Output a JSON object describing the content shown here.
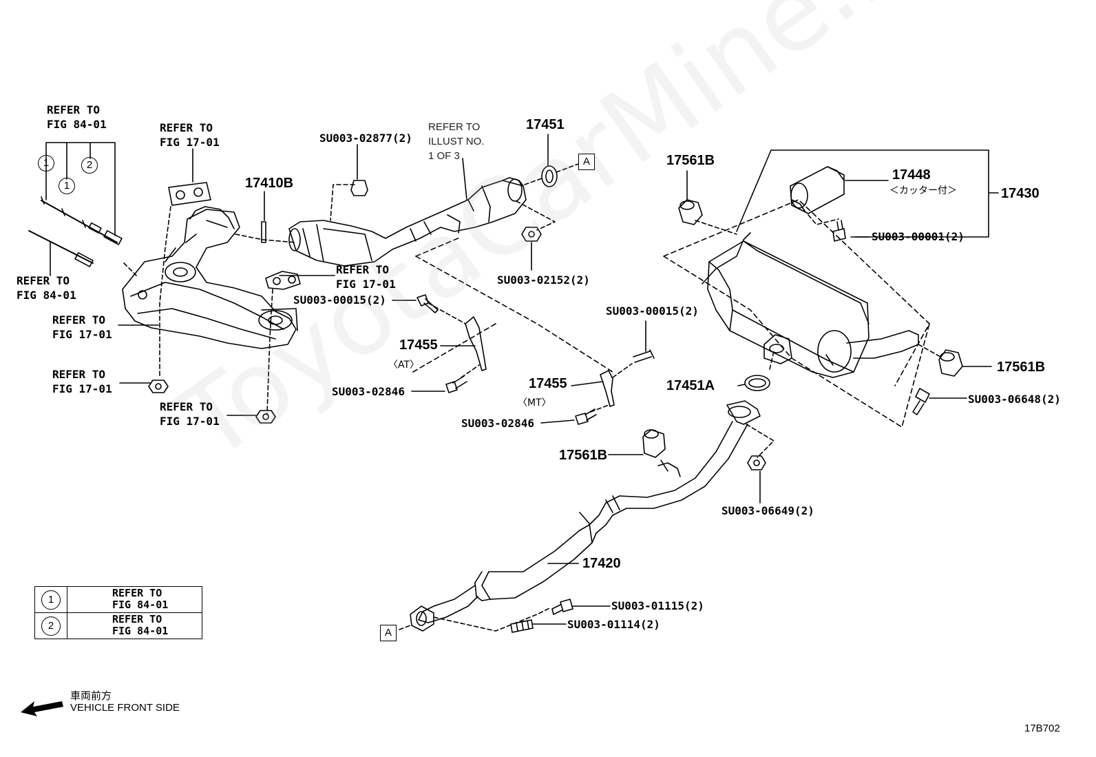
{
  "labels": {
    "refer_84_top": "REFER TO\nFIG 84-01",
    "refer_84_left": "REFER TO\nFIG 84-01",
    "refer_17_top": "REFER TO\nFIG 17-01",
    "refer_17_mid": "REFER TO\nFIG 17-01",
    "refer_17_left": "REFER TO\nFIG 17-01",
    "refer_17_nut": "REFER TO\nFIG 17-01",
    "refer_17_bottom": "REFER TO\nFIG 17-01",
    "refer_illust": "REFER TO\nILLUST NO.\n1 OF 3"
  },
  "parts": {
    "p17410b": "17410B",
    "p17451": "17451",
    "p17561b_top": "17561B",
    "p17448": "17448",
    "p17448_note": "＜カッター付＞",
    "p17430": "17430",
    "p17455_at": "17455",
    "p17455_at_note": "〈AT〉",
    "p17455_mt": "17455",
    "p17455_mt_note": "〈MT〉",
    "p17451a": "17451A",
    "p17561b_right": "17561B",
    "p17561b_mid": "17561B",
    "p17420": "17420"
  },
  "hardware": {
    "su_02877": "SU003-02877(2)",
    "su_00001": "SU003-00001(2)",
    "su_02152": "SU003-02152(2)",
    "su_00015_left": "SU003-00015(2)",
    "su_00015_right": "SU003-00015(2)",
    "su_02846_left": "SU003-02846",
    "su_02846_right": "SU003-02846",
    "su_06648": "SU003-06648(2)",
    "su_06649": "SU003-06649(2)",
    "su_01115": "SU003-01115(2)",
    "su_01114": "SU003-01114(2)"
  },
  "connector_tag": "A",
  "circle_marks": {
    "one": "1",
    "two": "2"
  },
  "legend": [
    {
      "mark": "1",
      "text": "REFER TO\nFIG 84-01"
    },
    {
      "mark": "2",
      "text": "REFER TO\nFIG 84-01"
    }
  ],
  "direction": {
    "jp": "車両前方",
    "en": "VEHICLE FRONT SIDE"
  },
  "figure_code": "17B702",
  "watermark": "ToyotaCarMine.ru"
}
